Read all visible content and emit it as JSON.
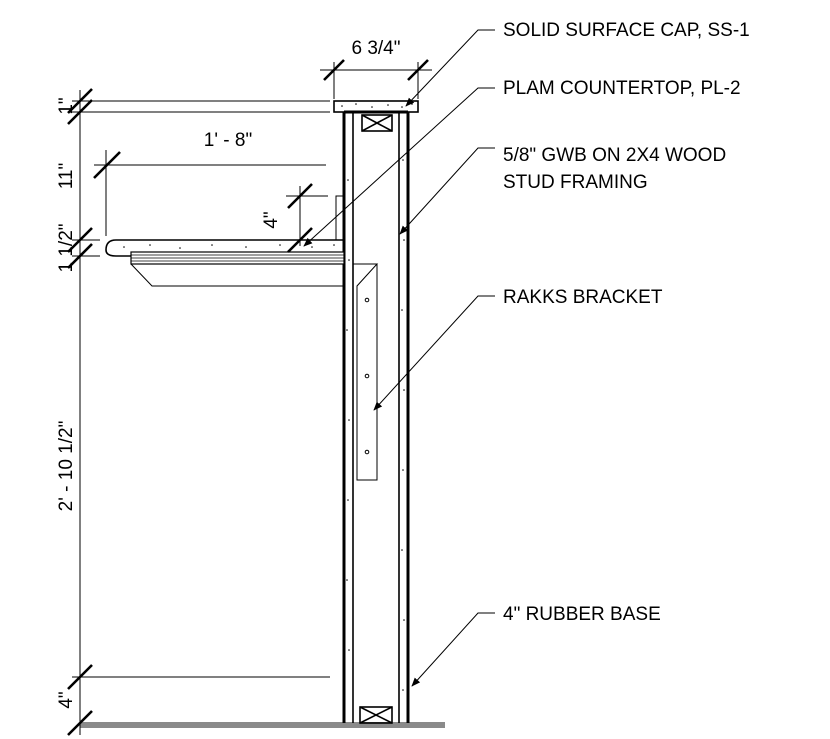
{
  "callouts": {
    "solid_surface_cap": "SOLID SURFACE CAP, SS-1",
    "plam_countertop": "PLAM COUNTERTOP, PL-2",
    "gwb_line1": "5/8\" GWB ON 2X4 WOOD",
    "gwb_line2": "STUD FRAMING",
    "rakks_bracket": "RAKKS BRACKET",
    "rubber_base": "4\" RUBBER BASE"
  },
  "dimensions": {
    "cap_width": "6 3/4\"",
    "counter_depth": "1' - 8\"",
    "backsplash_height": "4\"",
    "cap_height": "1\"",
    "upper_height": "11\"",
    "counter_thickness": "1 1/2\"",
    "counter_height": "2' - 10 1/2\"",
    "base_height": "4\""
  },
  "colors": {
    "line": "#000000",
    "floor": "#8a8a8a"
  }
}
